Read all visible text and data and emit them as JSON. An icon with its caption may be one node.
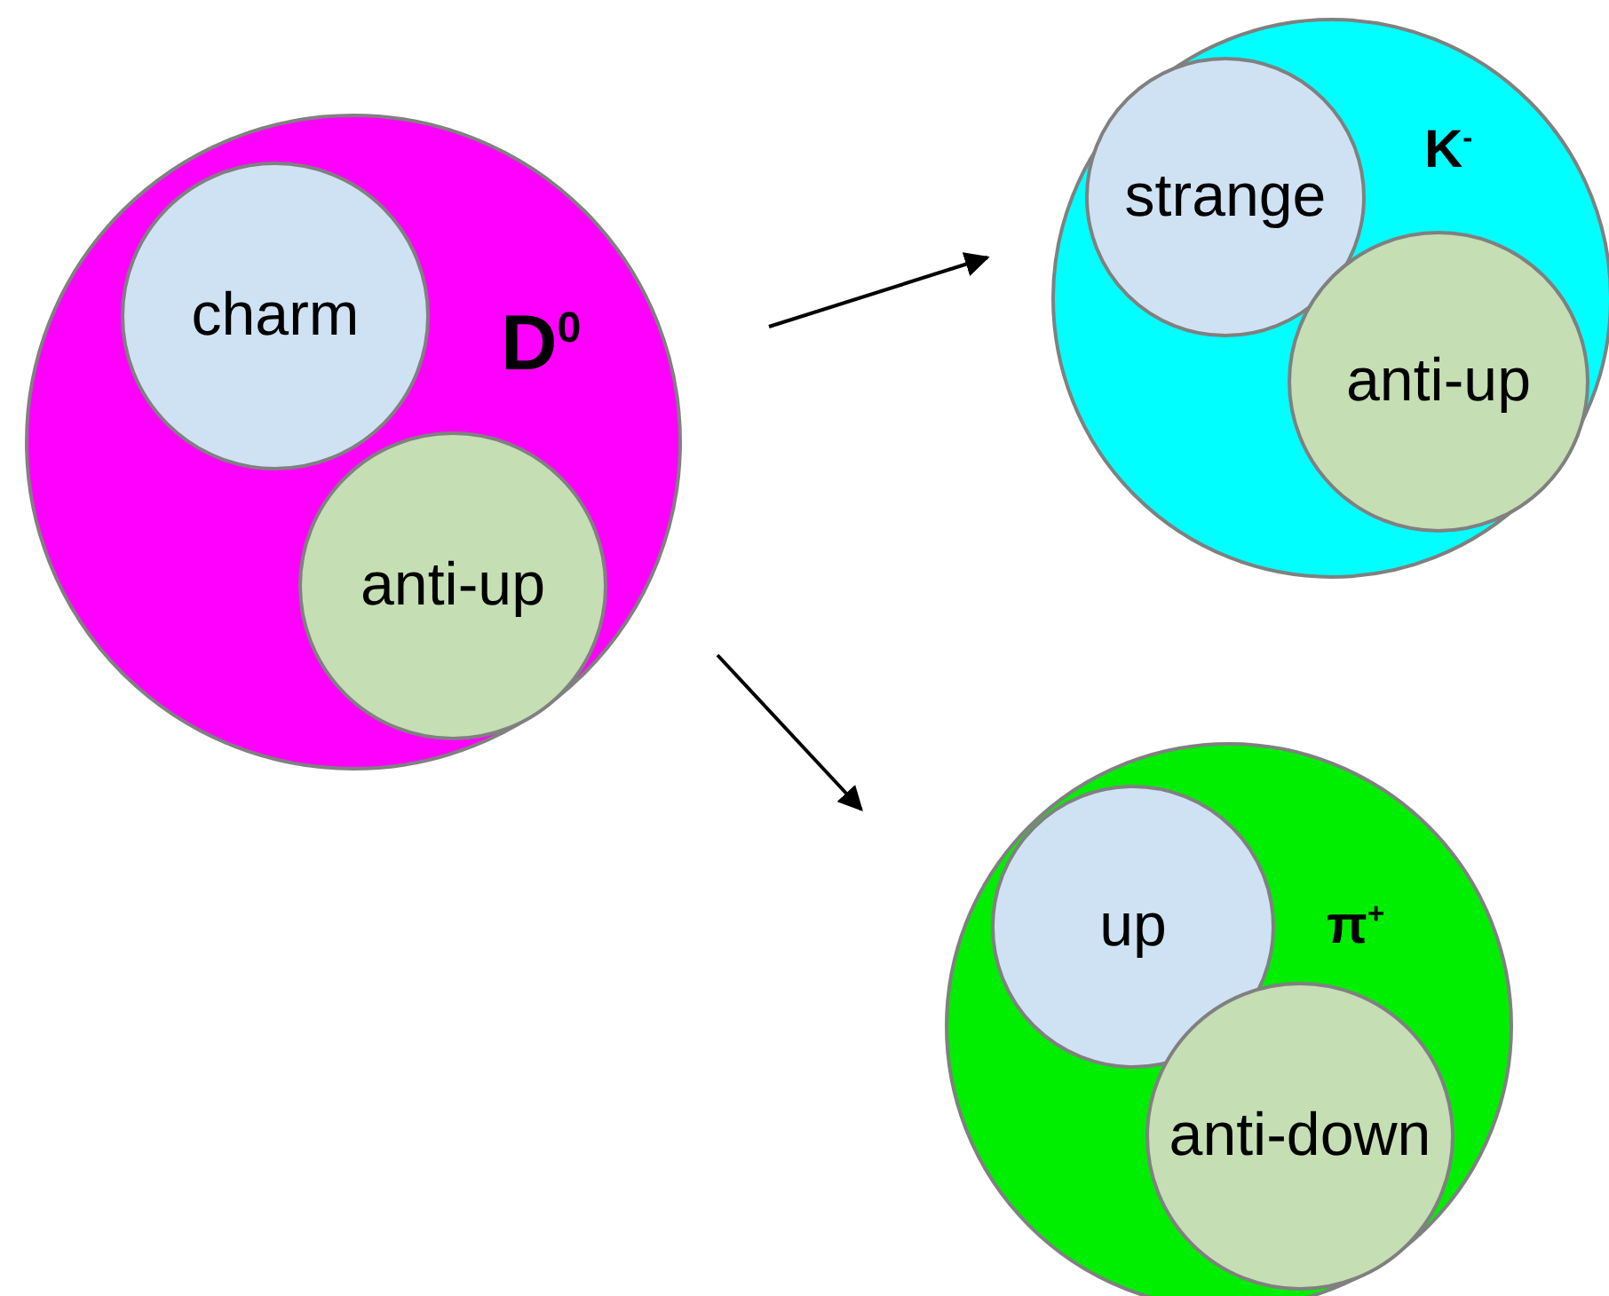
{
  "diagram": {
    "nodes": [
      {
        "text": [
          "D$^{0}$"
        ]
      },
      {
        "text": [
          "charm"
        ],
        "in": 0
      },
      {
        "text": [
          "anti-up"
        ],
        "in": 0
      },
      {
        "text": [
          "K$^{-}$"
        ]
      },
      {
        "text": [
          "strange"
        ],
        "in": 3
      },
      {
        "text": [
          "anti-up"
        ],
        "in": 3
      },
      {
        "text": [
          "π$^{+}$"
        ]
      },
      {
        "text": [
          "up"
        ],
        "in": 6
      },
      {
        "text": [
          "anti-down"
        ],
        "in": 6
      }
    ],
    "edges": [
      {
        "from": 0,
        "to": 3,
        "arrow": "to"
      },
      {
        "from": 0,
        "to": 6,
        "arrow": "to"
      }
    ]
  }
}
